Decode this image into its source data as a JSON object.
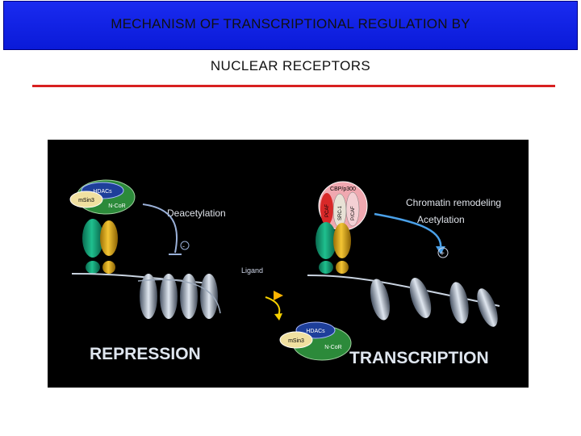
{
  "header": {
    "title_line1": "MECHANISM OF TRANSCRIPTIONAL REGULATION  BY",
    "title_line2": "NUCLEAR RECEPTORS"
  },
  "figure": {
    "repression_label": "REPRESSION",
    "transcription_label": "TRANSCRIPTION",
    "deacetylation_label": "Deacetylation",
    "chromatin_label": "Chromatin remodeling",
    "acetylation_label": "Acetylation",
    "ligand_label": "Ligand",
    "minus_sign": "-",
    "plus_sign": "+",
    "corepressor": {
      "hdacs": "HDACs",
      "msin3": "mSin3",
      "ncor": "N-CoR"
    },
    "coactivator": {
      "cbp": "CBP/p300",
      "pcaf": "PCAF",
      "src1": "SRC-1",
      "pcaf2": "P/CAF"
    }
  },
  "colors": {
    "banner": "#1326e6",
    "rule": "#d82020",
    "receptor_green": "#0f8f6a",
    "receptor_gold": "#d9a414",
    "coactivator_pink": "#f0a8b0"
  }
}
